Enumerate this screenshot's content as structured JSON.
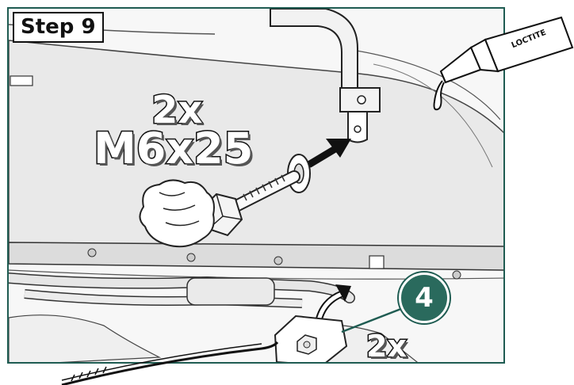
{
  "step": {
    "label": "Step 9"
  },
  "bolt": {
    "quantity": "2x",
    "size": "M6x25"
  },
  "nut": {
    "quantity": "2x"
  },
  "part": {
    "number": "4"
  },
  "adhesive": {
    "label": "LOCTITE"
  },
  "colors": {
    "frame": "#1f5c52",
    "badge": "#2a6a5d",
    "line": "#111111",
    "fill": "#ffffff"
  }
}
